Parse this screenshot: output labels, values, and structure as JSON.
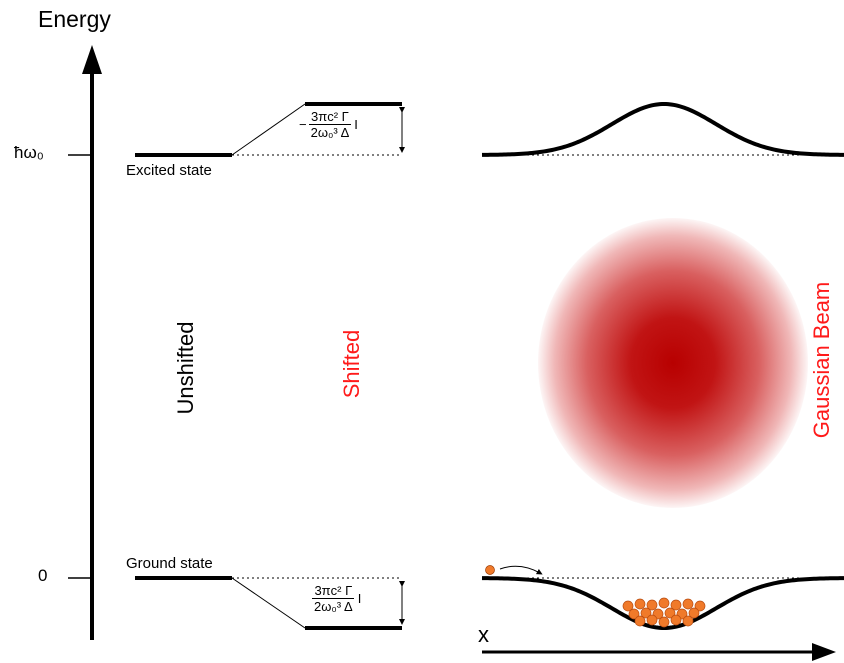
{
  "axis": {
    "title": "Energy",
    "x_label": "x"
  },
  "levels": {
    "excited_tick": "ħω₀",
    "ground_tick": "0",
    "excited_label": "Excited state",
    "ground_label": "Ground state"
  },
  "vertical_labels": {
    "unshifted": "Unshifted",
    "shifted": "Shifted",
    "gaussian_beam": "Gaussian Beam"
  },
  "shift_formula": {
    "excited_sign": "−",
    "numerator": "3πc² Γ",
    "denominator": "2ω₀³ Δ",
    "intensity": "I"
  },
  "colors": {
    "line": "#000000",
    "beam": "#b80000",
    "red_text": "#ff1a1a",
    "atoms": "#f07a2a"
  }
}
